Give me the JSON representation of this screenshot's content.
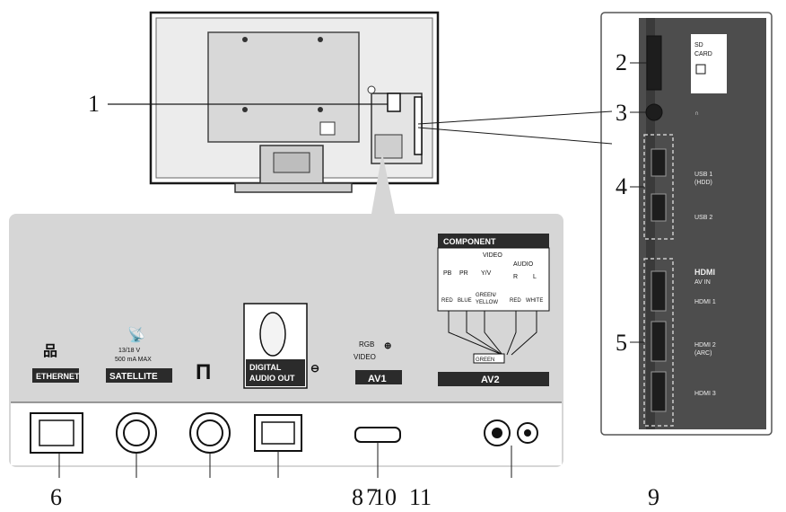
{
  "callouts": {
    "n1": "1",
    "n2": "2",
    "n3": "3",
    "n4": "4",
    "n5": "5",
    "n6": "6",
    "n7": "7",
    "n8": "8",
    "n9": "9",
    "n10": "10",
    "n11": "11"
  },
  "side_panel": {
    "sd_card_line1": "SD",
    "sd_card_line2": "CARD",
    "usb1_line1": "USB 1",
    "usb1_line2": "(HDD)",
    "usb2": "USB 2",
    "hdmi_logo": "HDMI",
    "av_in": "AV IN",
    "hdmi1": "HDMI 1",
    "hdmi2_line1": "HDMI 2",
    "hdmi2_line2": "(ARC)",
    "hdmi3": "HDMI 3"
  },
  "bottom_panel": {
    "ethernet": "ETHERNET",
    "satellite_spec1": "13/18 V",
    "satellite_spec2": "500 mA MAX",
    "satellite": "SATELLITE",
    "digital_audio_line1": "DIGITAL",
    "digital_audio_line2": "AUDIO OUT",
    "av1_rgb": "RGB",
    "av1_video": "VIDEO",
    "av1": "AV1",
    "component": "COMPONENT",
    "video": "VIDEO",
    "audio": "AUDIO",
    "pb": "PB",
    "pr": "PR",
    "y_v": "Y/V",
    "r": "R",
    "l": "L",
    "red": "RED",
    "blue": "BLUE",
    "green_yellow_line1": "GREEN/",
    "green_yellow_line2": "YELLOW",
    "red2": "RED",
    "white": "WHITE",
    "green_tag": "GREEN",
    "av2": "AV2"
  },
  "colors": {
    "panel_bg": "#d6d6d6",
    "side_dark": "#4d4d4d",
    "label_tag": "#2b2b2b",
    "line": "#1a1a1a"
  }
}
